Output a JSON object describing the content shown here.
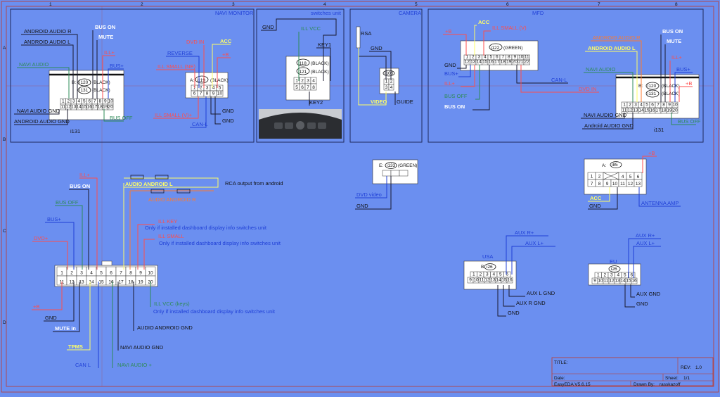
{
  "colors": {
    "bg": "#6b8ff0",
    "wire": "#1a1a2e",
    "frame": "#1f2a5c",
    "red": "#ff4d4d",
    "blue": "#1f3fd6",
    "green": "#2e8b57",
    "yellow": "#ffff66",
    "white": "#ffffff",
    "orange": "#ff7a2e",
    "black": "#111111"
  },
  "panels": {
    "navi": "NAVI MONITOR",
    "switches": "switches unit",
    "camera": "CAMERA",
    "mfd": "MFD"
  },
  "navi": {
    "android_r": "ANDROID AUDIO R",
    "android_l": "ANDROID AUDIO L",
    "bus_on": "BUS ON",
    "mute": "MUTE",
    "illl": "ILL+",
    "navi_audio": "NAVI AUDIO",
    "bus_plus": "BUS+",
    "conn1": "i120",
    "conn2": "i131",
    "black": "(BLACK)",
    "b_prefix": "B:",
    "navi_gnd": "NAVI AUDIO GND",
    "android_gnd": "ANDROID AUDIO GND",
    "bus_off": "BUS OFF",
    "label": "i131",
    "pins_top": [
      "1",
      "2",
      "3",
      "4",
      "5",
      "6",
      "7",
      "8",
      "9",
      "10"
    ],
    "pins_bottom": [
      "11",
      "12",
      "13",
      "14",
      "15",
      "16",
      "17",
      "18",
      "19",
      "20"
    ]
  },
  "navi2": {
    "dvd": "DVD IN",
    "reverse": "REVERSE",
    "ill_small": "ILL SMALL (NE)",
    "acc": "ACC",
    "plus_b": "+B",
    "conn": "i119",
    "a_prefix": "A:",
    "black": "(BLACK)",
    "ill_small2": "ILL SMALL (V)+",
    "gnd": "GND",
    "can_l": "CAN-L",
    "gnd2": "GND",
    "pins_top": [
      "1",
      "2",
      "3",
      "4",
      "5"
    ],
    "pins_bottom": [
      "6",
      "7",
      "8",
      "9",
      "10"
    ]
  },
  "sw": {
    "gnd": "GND",
    "ill_vcc": "ILL VCC",
    "key1": "KEY1",
    "conn1": "i118",
    "conn2": "i121",
    "black": "(BLACK)",
    "key2": "KEY2",
    "pins": [
      "1",
      "2",
      "3",
      "4",
      "5",
      "6",
      "7",
      "8"
    ]
  },
  "cam": {
    "rsa": "RSA",
    "gnd": "GND",
    "conn": "i106",
    "video": "VIDEO",
    "guide": "GUIDE",
    "pins": [
      "1",
      "2",
      "3",
      "4"
    ]
  },
  "mfd": {
    "plus_b": "+B",
    "acc": "ACC",
    "ill_small": "ILL SMALL (V)",
    "conn": "i122",
    "green": "(GREEN)",
    "gnd": "GND",
    "bus_plus": "BUS+",
    "ill": "ILL+",
    "bus_off": "BUS OFF",
    "bus_on": "BUS ON",
    "can_l": "CAN-L",
    "dvd": "DVD IN",
    "pins_top": [
      "1",
      "2",
      "3",
      "4",
      "5",
      "6",
      "7",
      "8",
      "9",
      "10",
      "11"
    ],
    "pins_bottom": [
      "12",
      "13",
      "14",
      "15",
      "16",
      "17",
      "18",
      "19",
      "20",
      "21",
      "22"
    ]
  },
  "right": {
    "android_r": "ANDROID AUDIO R",
    "android_l": "ANDROID AUDIO L",
    "bus_on": "BUS ON",
    "mute": "MUTE",
    "illl": "ILL+",
    "navi_audio": "NAVI AUDIO",
    "bus_plus": "BUS+",
    "plus_b": "+B",
    "conn1": "i120",
    "conn2": "i131",
    "black": "(BLACK)",
    "b_prefix": "B:",
    "navi_gnd": "NAVI AUDIO GND",
    "android_gnd": "Android AUDIO GND",
    "bus_off": "BUS OFF",
    "label": "i131"
  },
  "main": {
    "illl": "ILL+",
    "bus_on": "BUS ON",
    "audio_l": "AUDIO ANDROID L",
    "rca": "RCA output from android",
    "audio_r": "AUDIO ANDROID R",
    "bus_off": "BUS OFF",
    "bus_plus": "BUS+",
    "ill_key": "ILL KEY",
    "only1": "Only if installed dashboard display info switches unit",
    "ill_small": "ILL SMALL",
    "only2": "Only if installed dashboard display info switches unit",
    "dvd": "DVD+",
    "plus_b": "+B",
    "gnd": "GND",
    "ill_vcc": "ILL VCC (keys)",
    "only3": "Only if installed dashboard display info switches unit",
    "mute_in": "MUTE in",
    "audio_gnd": "AUDIO ANDROID GND",
    "tpms": "TPMS",
    "navi_gnd": "NAVI AUDIO GND",
    "can_l": "CAN L",
    "navi_plus": "NAVI AUDIO +",
    "pins_top": [
      "1",
      "2",
      "3",
      "4",
      "5",
      "6",
      "7",
      "8",
      "9",
      "10"
    ],
    "pins_bottom": [
      "11",
      "12",
      "13",
      "14",
      "15",
      "16",
      "17",
      "18",
      "19",
      "20"
    ]
  },
  "e133": {
    "e_prefix": "E:",
    "conn": "i133",
    "green": "(GREEN)",
    "dvd": "DVD video",
    "gnd": "GND"
  },
  "a85": {
    "a_prefix": "A:",
    "conn": "i85",
    "plus_b": "+B",
    "acc": "ACC",
    "gnd": "GND",
    "antenna": "ANTENNA AMP",
    "pins_top": [
      "1",
      "2",
      "4",
      "5",
      "6"
    ],
    "pins_bottom": [
      "7",
      "8",
      "9",
      "10",
      "11",
      "12",
      "13"
    ]
  },
  "usa": {
    "title": "USA",
    "b_prefix": "B:",
    "conn": "i26",
    "aux_r": "AUX R+",
    "aux_l": "AUX L+",
    "aux_l_gnd": "AUX L GND",
    "aux_r_gnd": "AUX R GND",
    "gnd": "GND",
    "pins_top": [
      "1",
      "2",
      "3",
      "4",
      "5",
      "6"
    ],
    "pins_bottom": [
      "9",
      "10",
      "11",
      "12",
      "13",
      "14",
      "15",
      "16"
    ]
  },
  "eu": {
    "title": "EU",
    "conn": "i26",
    "aux_r": "AUX R+",
    "aux_l": "AUX L+",
    "aux_gnd": "AUX GND",
    "gnd": "GND",
    "pins_top": [
      "1",
      "2",
      "3",
      "4",
      "5",
      "6"
    ],
    "pins_bottom": [
      "9",
      "10",
      "11",
      "12",
      "13",
      "14",
      "15",
      "16"
    ]
  },
  "title_block": {
    "title_label": "TITLE:",
    "rev_label": "REV:",
    "rev": "1.0",
    "date_label": "Date:",
    "sheet_label": "Sheet:",
    "sheet": "1/1",
    "app": "EasyEDA V5.6.15",
    "drawn_label": "Drawn By:",
    "drawn_by": "rasskazoff"
  },
  "grid": {
    "cols": [
      "1",
      "2",
      "3",
      "4",
      "5",
      "6",
      "7",
      "8"
    ],
    "rows": [
      "A",
      "B",
      "C",
      "D"
    ]
  }
}
